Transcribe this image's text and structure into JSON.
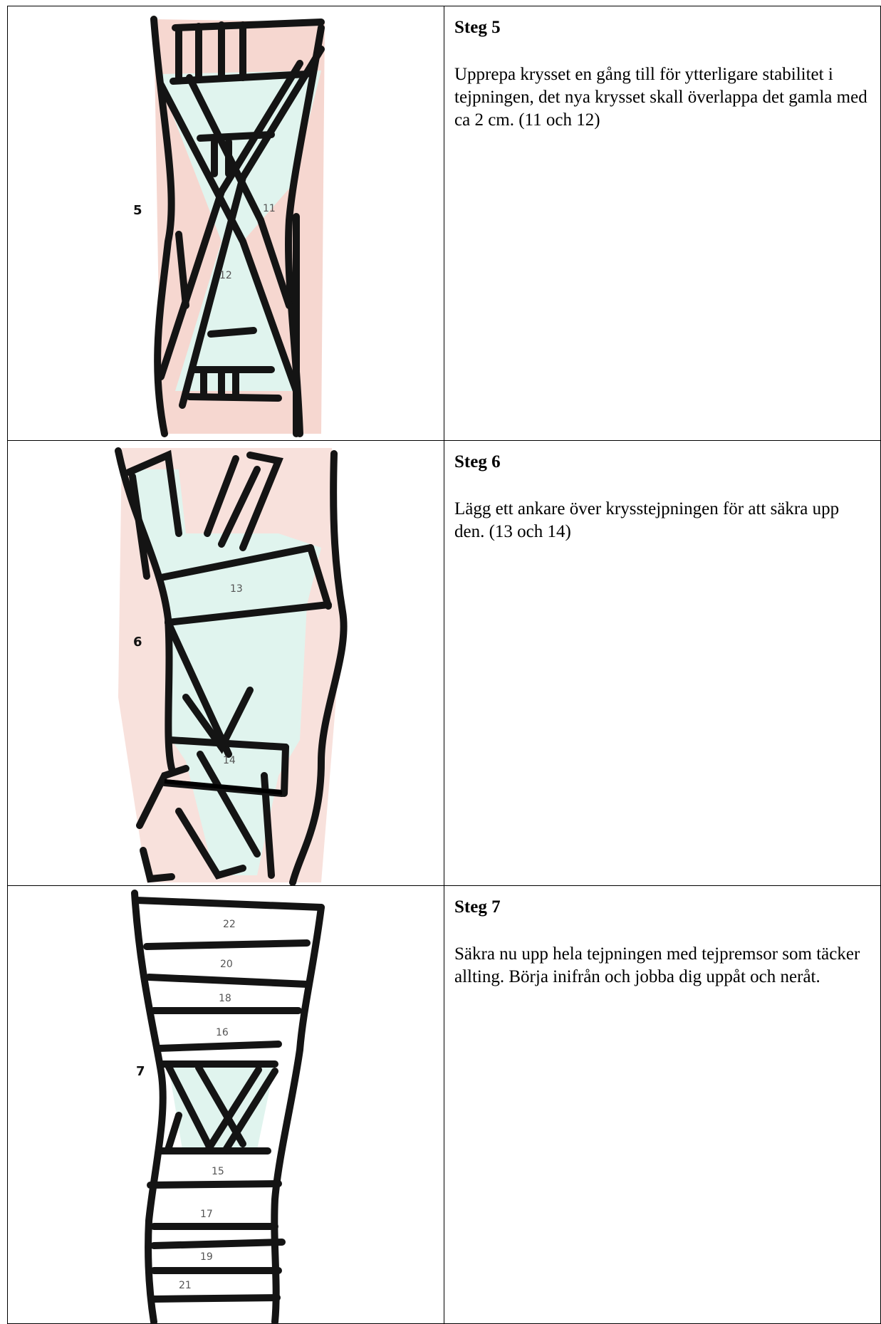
{
  "steps": [
    {
      "figure_number": "5",
      "heading": "Steg 5",
      "text": "Upprepa krysset en gång till för ytterligare stabilitet i tejpningen, det nya krysset skall överlappa det gamla med ca 2 cm. (11 och 12)",
      "labels": [
        "11",
        "12"
      ]
    },
    {
      "figure_number": "6",
      "heading": "Steg 6",
      "text": "Lägg ett ankare över krysstejpningen för att säkra upp den. (13 och 14)",
      "labels": [
        "13",
        "14"
      ]
    },
    {
      "figure_number": "7",
      "heading": "Steg 7",
      "text": "Säkra nu upp hela tejpningen med tejpremsor som täcker allting. Börja inifrån och jobba dig uppåt och neråt.",
      "labels": [
        "22",
        "20",
        "18",
        "16",
        "15",
        "17",
        "19",
        "21"
      ]
    }
  ],
  "colors": {
    "skin": "#f3c9c0",
    "tape": "#e0f4ee",
    "ink": "#141414"
  }
}
